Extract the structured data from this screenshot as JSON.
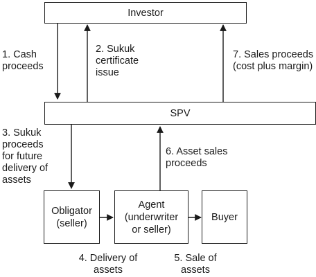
{
  "boxes": {
    "investor": "Investor",
    "spv": "SPV",
    "obligator": "Obligator\n(seller)",
    "agent": "Agent\n(underwriter\nor seller)",
    "buyer": "Buyer"
  },
  "labels": {
    "step1": "1. Cash\nproceeds",
    "step2": "2. Sukuk\ncertificate\nissue",
    "step3": "3. Sukuk\nproceeds\nfor future\ndelivery of\nassets",
    "step4": "4. Delivery of\nassets",
    "step5": "5. Sale of\nassets",
    "step6": "6. Asset sales\nproceeds",
    "step7": "7. Sales proceeds\n(cost plus margin)"
  }
}
